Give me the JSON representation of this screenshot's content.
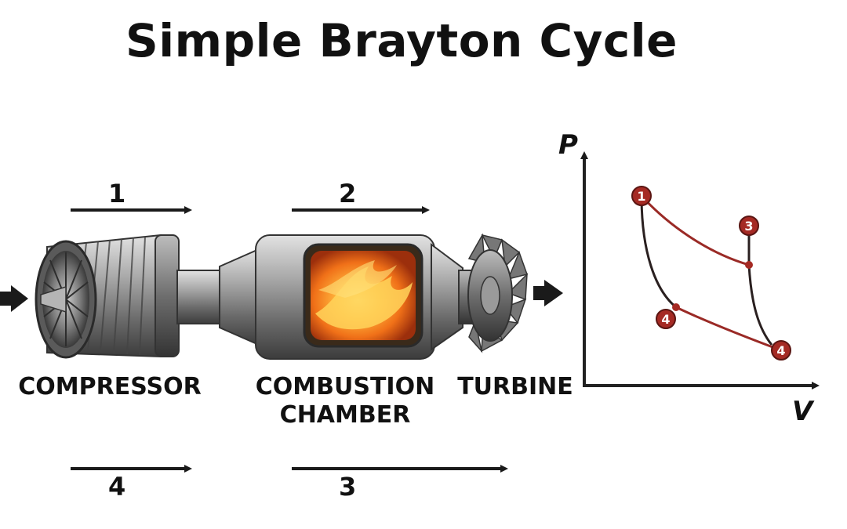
{
  "title": "Simple Brayton Cycle",
  "components": {
    "compressor": "COMPRESSOR",
    "combustion_line1": "COMBUSTION",
    "combustion_line2": "CHAMBER",
    "turbine": "TURBINE"
  },
  "flow_steps": {
    "top_left": "1",
    "top_right": "2",
    "bottom_left": "4",
    "bottom_right": "3"
  },
  "pv_diagram": {
    "y_axis_label": "P",
    "x_axis_label": "V",
    "points": [
      "1",
      "3",
      "4",
      "4"
    ]
  },
  "colors": {
    "process_line": "#9a2a26",
    "point_fill": "#a52a24",
    "axis": "#222222",
    "flame": "#f28a1a"
  }
}
